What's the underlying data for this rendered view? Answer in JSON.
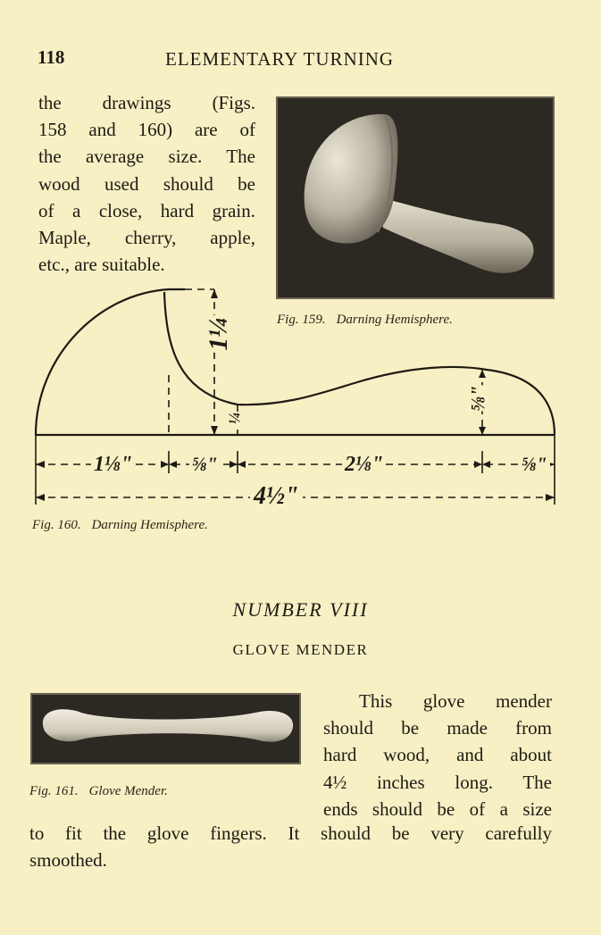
{
  "header": {
    "page_number": "118",
    "running_title": "ELEMENTARY TURNING"
  },
  "intro_lines": [
    "the drawings (Figs.",
    "158 and 160) are of",
    "the average size. The",
    "wood used should be",
    "of a close, hard grain.",
    "Maple, cherry, apple,",
    "etc., are suitable."
  ],
  "fig159": {
    "number": "Fig. 159.",
    "caption": "Darning Hemisphere."
  },
  "fig160": {
    "number": "Fig. 160.",
    "caption": "Darning Hemisphere.",
    "dims": {
      "height": "1¼",
      "neck": "¼",
      "end_height": "⅝\"",
      "seg1": "1⅛\"",
      "seg2": "⅝\"",
      "seg3": "2⅛\"",
      "seg4": "⅝\"",
      "overall": "4½\""
    }
  },
  "section": {
    "title": "NUMBER VIII",
    "subtitle": "GLOVE MENDER"
  },
  "fig161": {
    "number": "Fig. 161.",
    "caption": "Glove Mender."
  },
  "body_lines": [
    "This glove mender",
    "should be made from",
    "hard wood, and about",
    "4½ inches long. The",
    "ends should be of a size"
  ],
  "closing_lines": [
    "to fit the glove fingers. It should be very carefully",
    "smoothed."
  ]
}
